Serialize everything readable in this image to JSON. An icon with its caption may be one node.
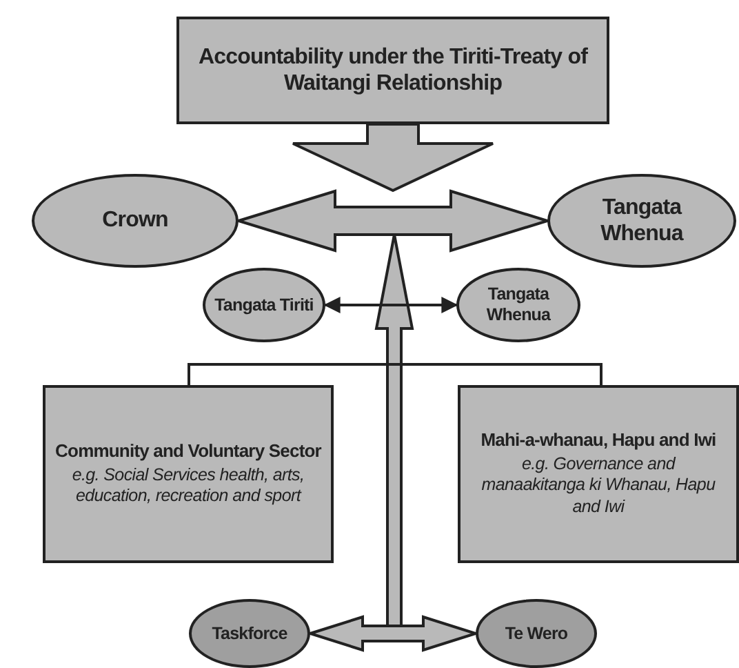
{
  "diagram": {
    "nodes": [
      {
        "text": [
          "Accountability under the Tiriti-Treaty of Waitangi Relationship"
        ]
      },
      {
        "text": [
          "Crown"
        ]
      },
      {
        "text": [
          "Tangata Whenua"
        ]
      },
      {
        "text": [
          "Tangata Tiriti"
        ]
      },
      {
        "text": [
          "Tangata Whenua"
        ]
      },
      {
        "text": [
          "Community and Voluntary Sector",
          "e.g. Social Services health, arts, education, recreation and sport"
        ]
      },
      {
        "text": [
          "Mahi-a-whanau, Hapu and Iwi",
          "e.g. Governance and manaakitanga ki Whanau, Hapu and Iwi"
        ]
      },
      {
        "text": [
          "Taskforce"
        ]
      },
      {
        "text": [
          "Te Wero"
        ]
      }
    ],
    "edges": [
      {
        "from": 0,
        "to": null,
        "arrow": "to",
        "style": "thick"
      },
      {
        "from": 1,
        "to": 2,
        "arrow": "both",
        "style": "thick"
      },
      {
        "from": 3,
        "to": 4,
        "arrow": "both"
      },
      {
        "from": 5,
        "to": 6,
        "arrow": "none"
      },
      {
        "from": 7,
        "to": 8,
        "arrow": "both",
        "style": "thick"
      }
    ]
  }
}
